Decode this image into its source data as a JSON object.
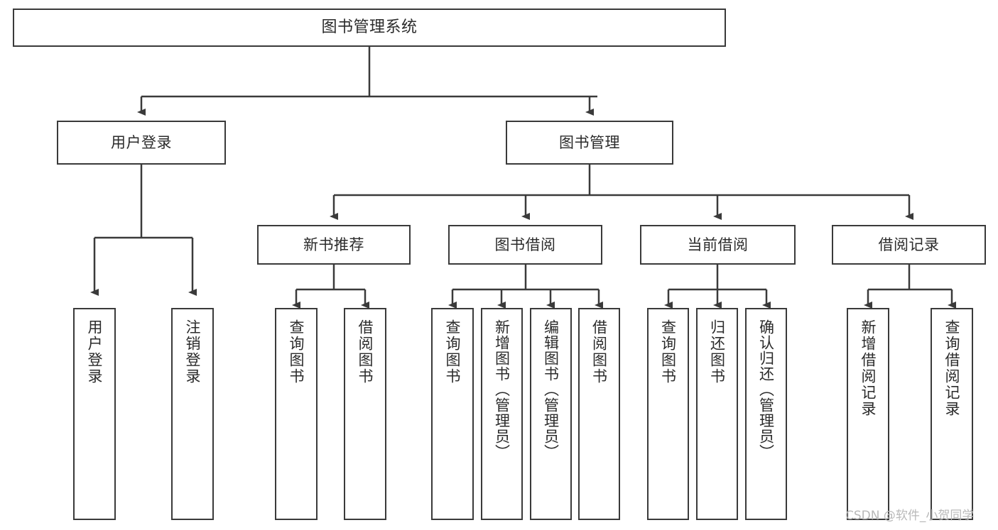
{
  "diagram": {
    "title": "图书管理系统",
    "watermark": "CSDN @软件_小贺同学",
    "line_color": "#3a3a3a",
    "box_border_color": "#3a3a3a",
    "box_fill_color": "#ffffff",
    "text_color": "#2b2b2b",
    "watermark_color": "#b9b9b9"
  },
  "nodes": {
    "root": {
      "label": "图书管理系统"
    },
    "level2": [
      {
        "label": "用户登录"
      },
      {
        "label": "图书管理"
      }
    ],
    "level3": [
      {
        "label": "新书推荐"
      },
      {
        "label": "图书借阅"
      },
      {
        "label": "当前借阅"
      },
      {
        "label": "借阅记录"
      }
    ],
    "leaves": {
      "user_login": [
        {
          "label": "用户登录"
        },
        {
          "label": "注销登录"
        }
      ],
      "new_book": [
        {
          "label": "查询图书"
        },
        {
          "label": "借阅图书"
        }
      ],
      "book_borrow": [
        {
          "label": "查询图书"
        },
        {
          "label": "新增图书（管理员）"
        },
        {
          "label": "编辑图书（管理员）"
        },
        {
          "label": "借阅图书"
        }
      ],
      "current_borrow": [
        {
          "label": "查询图书"
        },
        {
          "label": "归还图书"
        },
        {
          "label": "确认归还（管理员）"
        }
      ],
      "borrow_record": [
        {
          "label": "新增借阅记录"
        },
        {
          "label": "查询借阅记录"
        }
      ]
    }
  }
}
